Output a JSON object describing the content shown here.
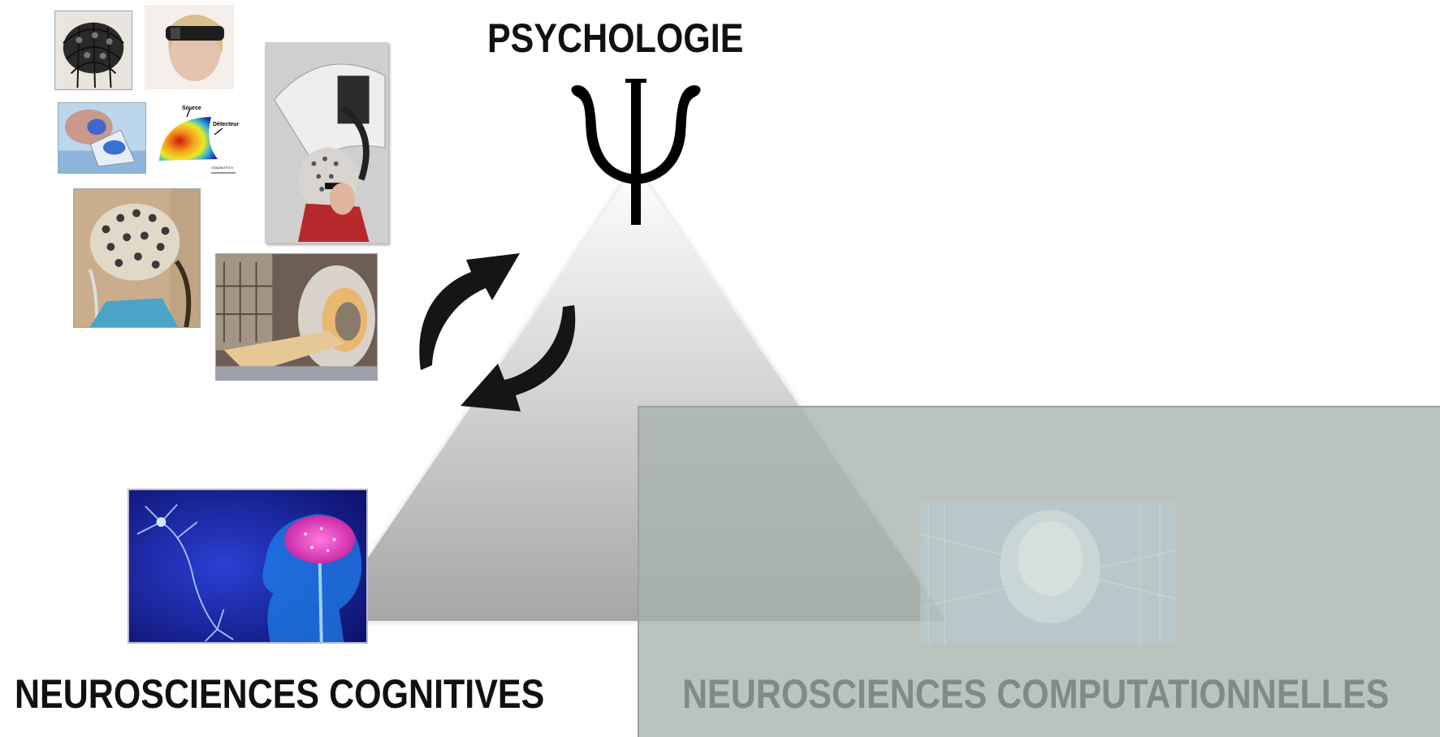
{
  "diagram": {
    "top_label": "PSYCHOLOGIE",
    "psi_symbol": "Ψ",
    "bottom_left_label": "NEUROSCIENCES COGNITIVES",
    "bottom_right_label": "NEUROSCIENCES COMPUTATIONNELLES",
    "diagram_photo_labels": {
      "source": "Source",
      "detector": "Détecteur",
      "caption": "Adapted from"
    }
  },
  "colors": {
    "text_dark": "#111111",
    "text_muted": "#808a86",
    "overlay": "#a8b2ac",
    "triangle_top": "#ffffff",
    "triangle_bottom": "#a9a9a9"
  }
}
